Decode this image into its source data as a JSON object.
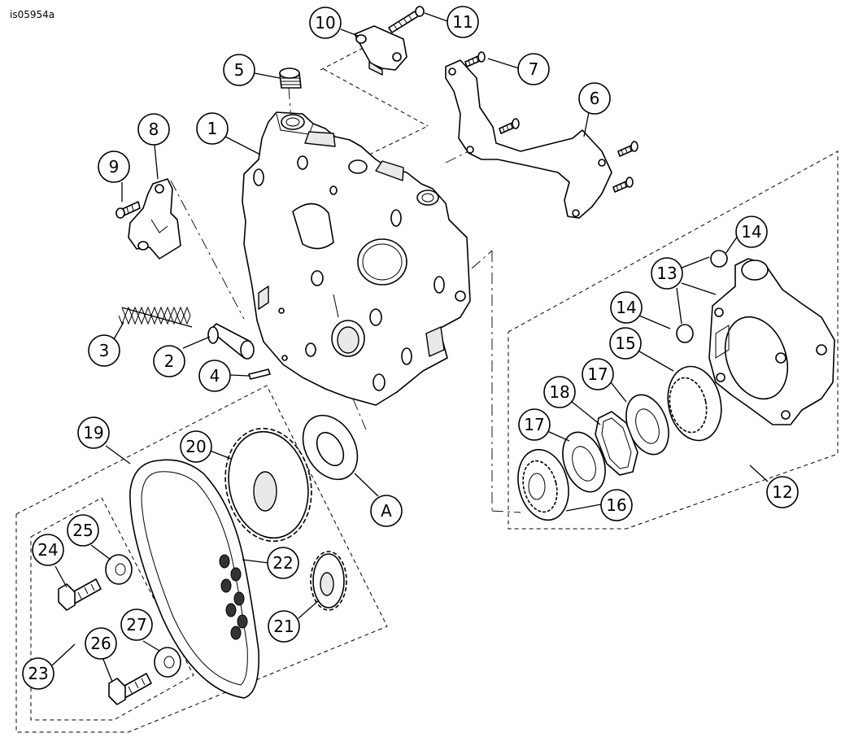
{
  "figure_id": "is05954a",
  "callouts": [
    {
      "id": "c1",
      "label": "1"
    },
    {
      "id": "c2",
      "label": "2"
    },
    {
      "id": "c3",
      "label": "3"
    },
    {
      "id": "c4",
      "label": "4"
    },
    {
      "id": "c5",
      "label": "5"
    },
    {
      "id": "c6",
      "label": "6"
    },
    {
      "id": "c7",
      "label": "7"
    },
    {
      "id": "c8",
      "label": "8"
    },
    {
      "id": "c9",
      "label": "9"
    },
    {
      "id": "c10",
      "label": "10"
    },
    {
      "id": "c11",
      "label": "11"
    },
    {
      "id": "c12",
      "label": "12"
    },
    {
      "id": "c13",
      "label": "13"
    },
    {
      "id": "c14a",
      "label": "14"
    },
    {
      "id": "c14b",
      "label": "14"
    },
    {
      "id": "c15",
      "label": "15"
    },
    {
      "id": "c16",
      "label": "16"
    },
    {
      "id": "c17a",
      "label": "17"
    },
    {
      "id": "c17b",
      "label": "17"
    },
    {
      "id": "c18",
      "label": "18"
    },
    {
      "id": "c19",
      "label": "19"
    },
    {
      "id": "c20",
      "label": "20"
    },
    {
      "id": "c21",
      "label": "21"
    },
    {
      "id": "c22",
      "label": "22"
    },
    {
      "id": "c23",
      "label": "23"
    },
    {
      "id": "c24",
      "label": "24"
    },
    {
      "id": "c25",
      "label": "25"
    },
    {
      "id": "c26",
      "label": "26"
    },
    {
      "id": "c27",
      "label": "27"
    },
    {
      "id": "cA",
      "label": "A"
    }
  ]
}
